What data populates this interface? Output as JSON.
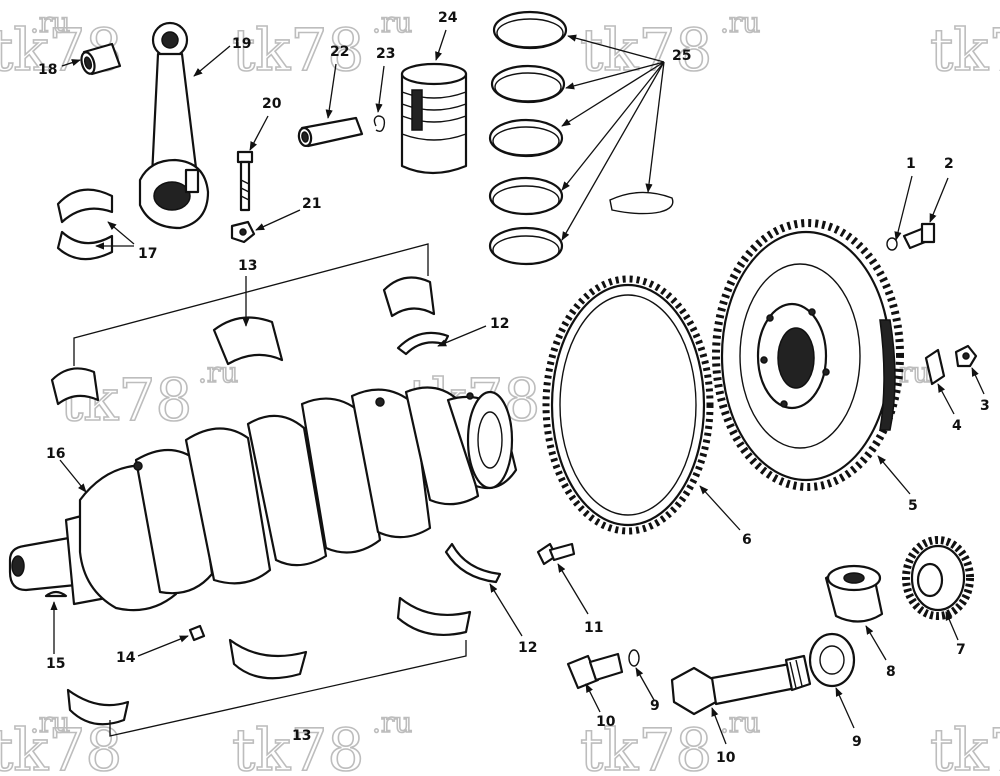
{
  "watermark": {
    "main": "tk78",
    "suffix": ".ru"
  },
  "callouts": {
    "c1": "1",
    "c2": "2",
    "c3": "3",
    "c4": "4",
    "c5": "5",
    "c6": "6",
    "c7": "7",
    "c8": "8",
    "c9a": "9",
    "c9b": "9",
    "c10a": "10",
    "c10b": "10",
    "c11": "11",
    "c12a": "12",
    "c12b": "12",
    "c13a": "13",
    "c13b": "13",
    "c14": "14",
    "c15": "15",
    "c16": "16",
    "c17": "17",
    "c18": "18",
    "c19": "19",
    "c20": "20",
    "c21": "21",
    "c22": "22",
    "c23": "23",
    "c24": "24",
    "c25": "25"
  }
}
